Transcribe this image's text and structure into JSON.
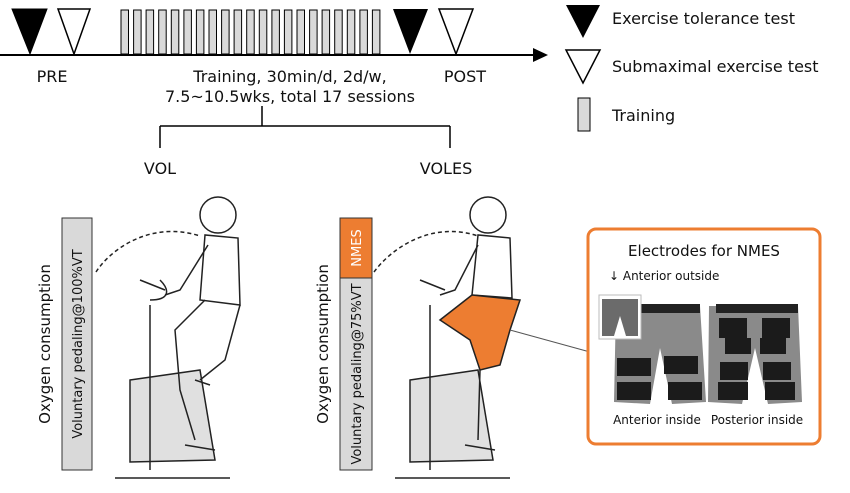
{
  "timeline": {
    "pre_label": "PRE",
    "post_label": "POST",
    "training_line1": "Training, 30min/d, 2d/w,",
    "training_line2": "7.5~10.5wks, total 17 sessions",
    "training_bar_count": 21
  },
  "legend": {
    "items": [
      {
        "icon": "filled-triangle-icon",
        "label": "Exercise tolerance test"
      },
      {
        "icon": "open-triangle-icon",
        "label": "Submaximal exercise test"
      },
      {
        "icon": "training-bar-icon",
        "label": "Training"
      }
    ]
  },
  "groups": {
    "vol": {
      "label": "VOL",
      "axis_label": "Oxygen consumption",
      "bar_label": "Voluntary pedaling@100%VT"
    },
    "voles": {
      "label": "VOLES",
      "axis_label": "Oxygen consumption",
      "nmes_label": "NMES",
      "bar_label": "Voluntary pedaling@75%VT"
    }
  },
  "electrodes_box": {
    "title": "Electrodes for NMES",
    "inset_label": "↓ Anterior outside",
    "photo1_label": "Anterior inside",
    "photo2_label": "Posterior inside"
  },
  "colors": {
    "accent": "#ed7d31",
    "bar_gray": "#d9d9d9",
    "garment_gray": "#8a8a8a"
  }
}
